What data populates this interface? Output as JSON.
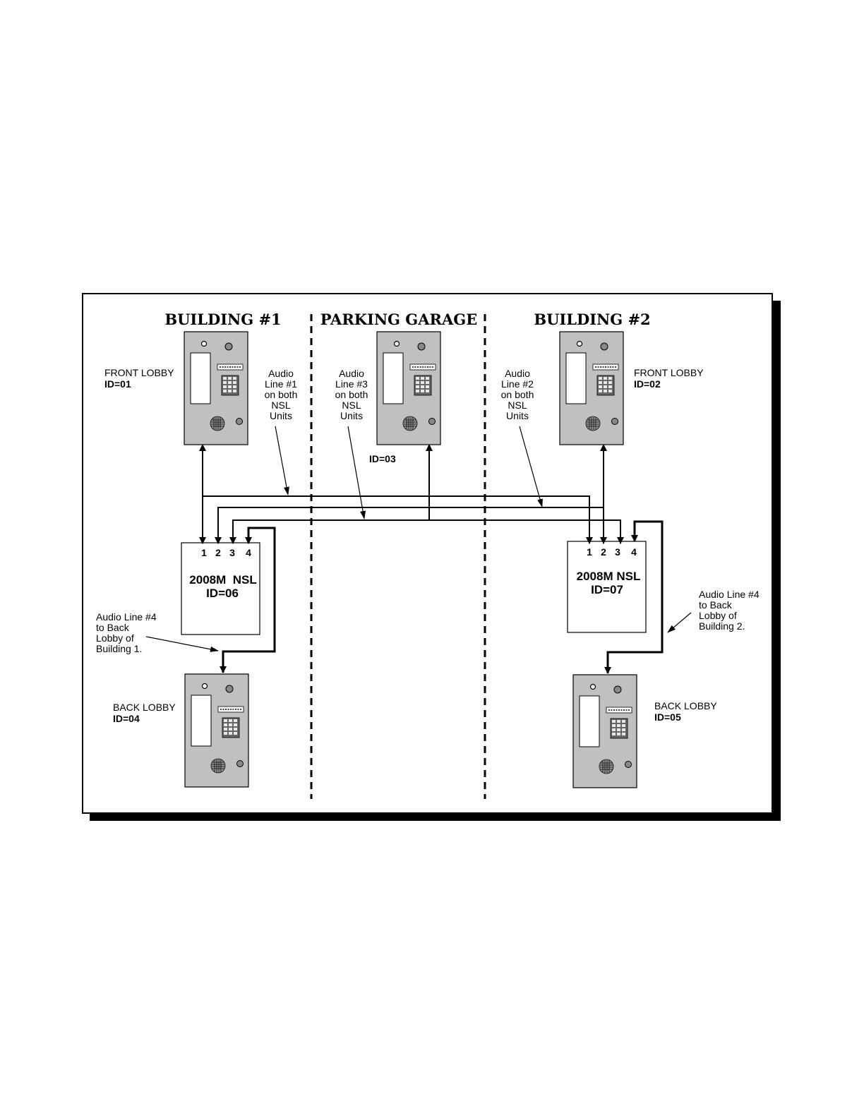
{
  "sections": {
    "building1": "BUILDING #1",
    "garage": "PARKING GARAGE",
    "building2": "BUILDING #2"
  },
  "units": {
    "front1": {
      "name": "FRONT LOBBY",
      "id": "ID=01"
    },
    "front2": {
      "name": "FRONT LOBBY",
      "id": "ID=02"
    },
    "garage": {
      "id": "ID=03"
    },
    "back1": {
      "name": "BACK LOBBY",
      "id": "ID=04"
    },
    "back2": {
      "name": "BACK LOBBY",
      "id": "ID=05"
    }
  },
  "nsl": {
    "left": {
      "model": "2008M  NSL",
      "id": "ID=06",
      "ports": [
        "1",
        "2",
        "3",
        "4"
      ]
    },
    "right": {
      "model": "2008M NSL",
      "id": "ID=07",
      "ports": [
        "1",
        "2",
        "3",
        "4"
      ]
    }
  },
  "notes": {
    "line1": [
      "Audio",
      "Line #1",
      "on both",
      "NSL",
      "Units"
    ],
    "line3": [
      "Audio",
      "Line #3",
      "on both",
      "NSL",
      "Units"
    ],
    "line2": [
      "Audio",
      "Line #2",
      "on both",
      "NSL",
      "Units"
    ],
    "line4_b1": [
      "Audio Line #4",
      "to Back",
      "Lobby of",
      "Building 1."
    ],
    "line4_b2": [
      "Audio Line #4",
      "to Back",
      "Lobby of",
      "Building 2."
    ]
  },
  "colors": {
    "panel": "#c0c0c0",
    "line": "#000000",
    "shadow": "#000000"
  }
}
